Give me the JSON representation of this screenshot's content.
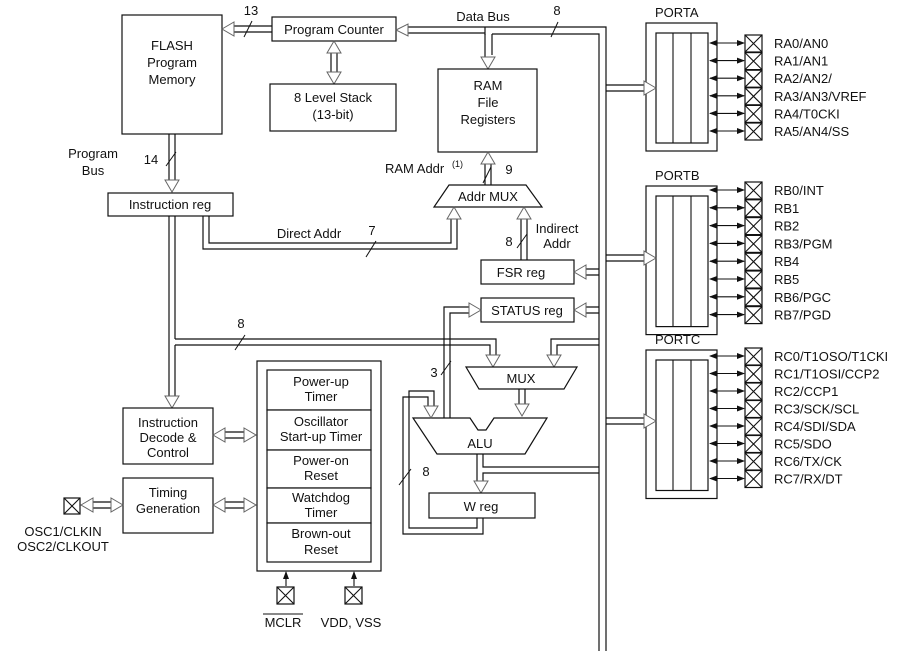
{
  "blocks": {
    "flash": [
      "FLASH",
      "Program",
      "Memory"
    ],
    "program_counter": "Program Counter",
    "stack": [
      "8 Level Stack",
      "(13-bit)"
    ],
    "ram": [
      "RAM",
      "File",
      "Registers"
    ],
    "instruction_reg": "Instruction reg",
    "addr_mux": "Addr MUX",
    "fsr_reg": "FSR reg",
    "status_reg": "STATUS reg",
    "mux": "MUX",
    "alu": "ALU",
    "w_reg": "W reg",
    "instruction_decode": [
      "Instruction",
      "Decode &",
      "Control"
    ],
    "timing_generation": [
      "Timing",
      "Generation"
    ],
    "timers": [
      [
        "Power-up",
        "Timer"
      ],
      [
        "Oscillator",
        "Start-up Timer"
      ],
      [
        "Power-on",
        "Reset"
      ],
      [
        "Watchdog",
        "Timer"
      ],
      [
        "Brown-out",
        "Reset"
      ]
    ]
  },
  "labels": {
    "data_bus": "Data Bus",
    "program_bus": [
      "Program",
      "Bus"
    ],
    "ram_addr": "RAM Addr",
    "ram_addr_note": "(1)",
    "direct_addr": "Direct Addr",
    "indirect_addr": [
      "Indirect",
      "Addr"
    ],
    "osc": [
      "OSC1/CLKIN",
      "OSC2/CLKOUT"
    ],
    "mclr": "MCLR",
    "vdd": "VDD, VSS"
  },
  "bus_widths": {
    "pc_to_flash": "13",
    "data_bus": "8",
    "program_bus": "14",
    "ram_addr": "9",
    "direct_addr": "7",
    "indirect_addr": "8",
    "instr_to_mux": "8",
    "status_to_alu": "3",
    "w_feedback": "8"
  },
  "ports": [
    {
      "name": "PORTA",
      "pins": [
        "RA0/AN0",
        "RA1/AN1",
        "RA2/AN2/",
        "RA3/AN3/VREF",
        "RA4/T0CKI",
        "RA5/AN4/SS"
      ]
    },
    {
      "name": "PORTB",
      "pins": [
        "RB0/INT",
        "RB1",
        "RB2",
        "RB3/PGM",
        "RB4",
        "RB5",
        "RB6/PGC",
        "RB7/PGD"
      ]
    },
    {
      "name": "PORTC",
      "pins": [
        "RC0/T1OSO/T1CKI",
        "RC1/T1OSI/CCP2",
        "RC2/CCP1",
        "RC3/SCK/SCL",
        "RC4/SDI/SDA",
        "RC5/SDO",
        "RC6/TX/CK",
        "RC7/RX/DT"
      ]
    }
  ]
}
